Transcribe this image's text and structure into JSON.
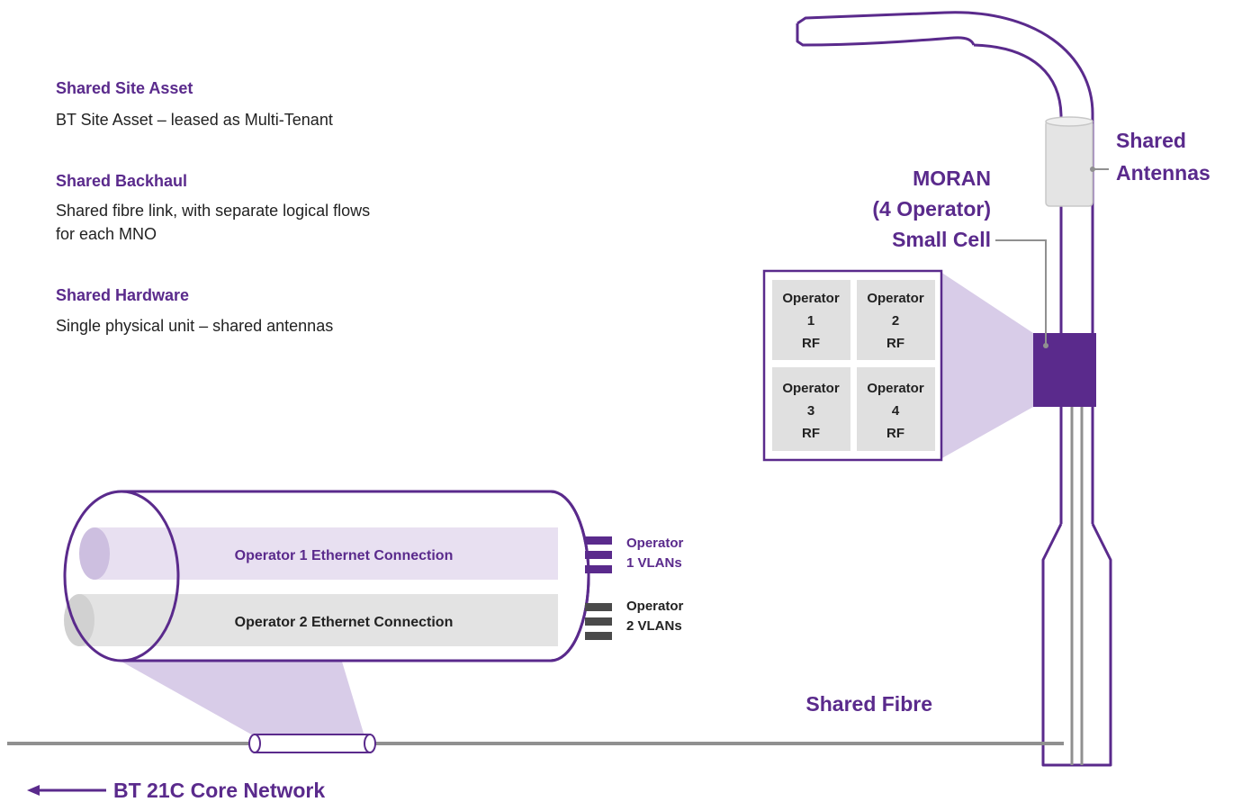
{
  "info": {
    "site_asset": {
      "title": "Shared Site Asset",
      "lines": [
        "BT Site Asset – leased as Multi-Tenant"
      ]
    },
    "backhaul": {
      "title": "Shared Backhaul",
      "lines": [
        "Shared fibre link, with separate logical flows",
        "for each MNO"
      ]
    },
    "hardware": {
      "title": "Shared Hardware",
      "lines": [
        "Single physical unit – shared antennas"
      ]
    }
  },
  "pole": {
    "antennas_label": [
      "Shared",
      "Antennas"
    ],
    "small_cell_label": [
      "MORAN",
      "(4 Operator)",
      "Small Cell"
    ]
  },
  "operators_grid": [
    {
      "lines": [
        "Operator",
        "1",
        "RF"
      ]
    },
    {
      "lines": [
        "Operator",
        "2",
        "RF"
      ]
    },
    {
      "lines": [
        "Operator",
        "3",
        "RF"
      ]
    },
    {
      "lines": [
        "Operator",
        "4",
        "RF"
      ]
    }
  ],
  "tube": {
    "connection_1": "Operator 1 Ethernet Connection",
    "connection_2": "Operator 2 Ethernet Connection",
    "vlan_1": [
      "Operator",
      "1 VLANs"
    ],
    "vlan_2": [
      "Operator",
      "2 VLANs"
    ]
  },
  "fibre": {
    "shared_fibre_label": "Shared Fibre",
    "core_network_label": "BT 21C Core Network"
  },
  "colors": {
    "purple": "#5a2a8c",
    "light_purple": "#d8cce8",
    "grey_fill": "#e0e0e0",
    "line_grey": "#909090",
    "dark_grey": "#4a4a4a"
  }
}
